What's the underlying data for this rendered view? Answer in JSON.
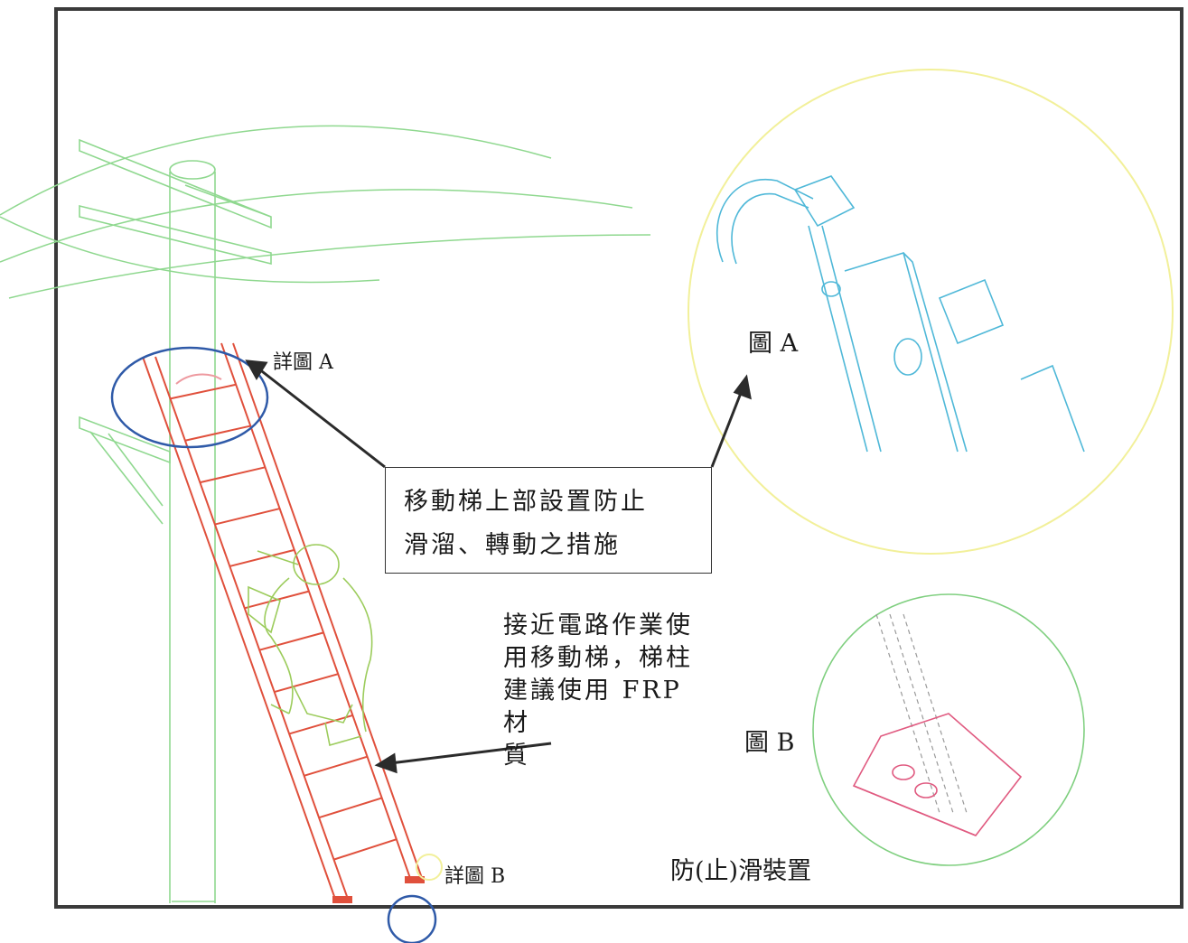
{
  "labels": {
    "detail_a": "詳圖 A",
    "detail_b": "詳圖 B",
    "figure_a": "圖 A",
    "figure_b": "圖 B",
    "anti_slip_device": "防(止)滑裝置"
  },
  "callout": {
    "line1": "移動梯上部設置防止",
    "line2": "滑溜、轉動之措施"
  },
  "note": {
    "line1": "接近電路作業使",
    "line2": "用移動梯，梯柱",
    "line3": "建議使用 FRP 材",
    "line4": "質"
  },
  "colors": {
    "ladder": "#e0503c",
    "pole": "#7fcf7f",
    "worker": "#9ccc5c",
    "figure_a": "#4fb8d8",
    "figure_a_circle": "#f2f09a",
    "figure_b_circle": "#7fcf7f",
    "figure_b_foot": "#e05a80",
    "detail_circle": "#2f5aa8",
    "arrow": "#2b2b2b"
  }
}
